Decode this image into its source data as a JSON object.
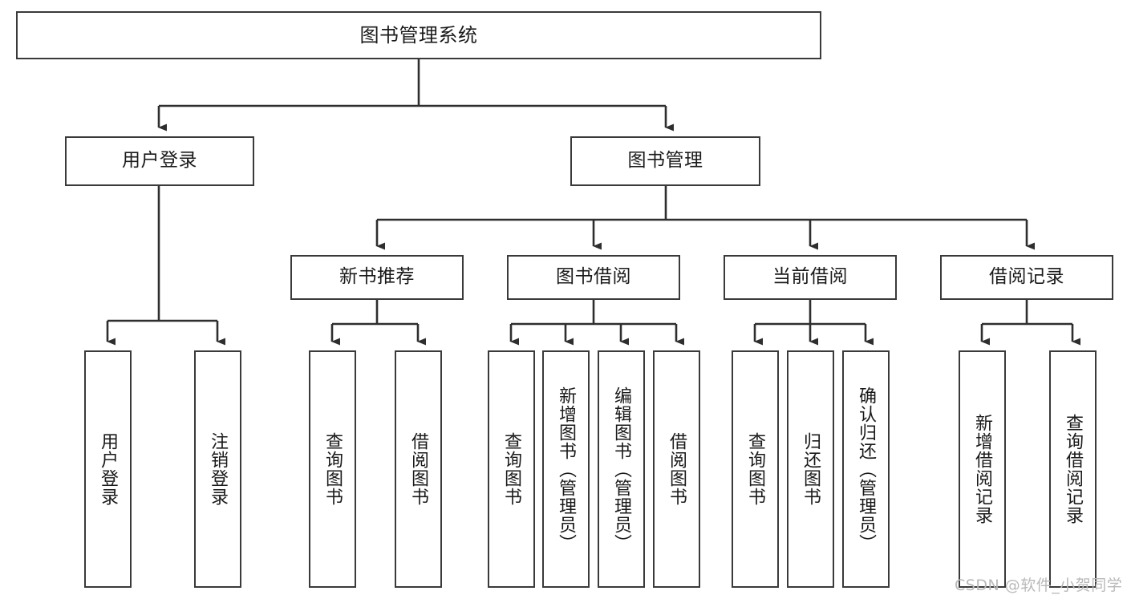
{
  "diagram": {
    "type": "tree",
    "title": "图书管理系统",
    "colors": {
      "node_border": "#3a3a3a",
      "node_fill": "#ffffff",
      "edge": "#2e2e2e",
      "text": "#1a1a1a",
      "watermark": "#b9b9b9",
      "background": "#ffffff"
    },
    "nodes": {
      "root": {
        "label": "图书管理系统"
      },
      "level2": [
        {
          "id": "user-login",
          "label": "用户登录"
        },
        {
          "id": "book-manage",
          "label": "图书管理"
        }
      ],
      "level3": [
        {
          "id": "new-book-rec",
          "label": "新书推荐"
        },
        {
          "id": "book-borrow",
          "label": "图书借阅"
        },
        {
          "id": "current-borrow",
          "label": "当前借阅"
        },
        {
          "id": "borrow-record",
          "label": "借阅记录"
        }
      ],
      "leaves": [
        {
          "id": "leaf-user-login",
          "label": "用户登录",
          "parent": "user-login"
        },
        {
          "id": "leaf-user-logout",
          "label": "注销登录",
          "parent": "user-login"
        },
        {
          "id": "leaf-query-book-1",
          "label": "查询图书",
          "parent": "new-book-rec"
        },
        {
          "id": "leaf-borrow-book-1",
          "label": "借阅图书",
          "parent": "new-book-rec"
        },
        {
          "id": "leaf-query-book-2",
          "label": "查询图书",
          "parent": "book-borrow"
        },
        {
          "id": "leaf-add-book",
          "label": "新增图书（管理员）",
          "parent": "book-borrow"
        },
        {
          "id": "leaf-edit-book",
          "label": "编辑图书（管理员）",
          "parent": "book-borrow"
        },
        {
          "id": "leaf-borrow-book-2",
          "label": "借阅图书",
          "parent": "book-borrow"
        },
        {
          "id": "leaf-query-book-3",
          "label": "查询图书",
          "parent": "current-borrow"
        },
        {
          "id": "leaf-return-book",
          "label": "归还图书",
          "parent": "current-borrow"
        },
        {
          "id": "leaf-confirm-return",
          "label": "确认归还（管理员）",
          "parent": "current-borrow"
        },
        {
          "id": "leaf-add-record",
          "label": "新增借阅记录",
          "parent": "borrow-record"
        },
        {
          "id": "leaf-query-record",
          "label": "查询借阅记录",
          "parent": "borrow-record"
        }
      ]
    },
    "watermark": "CSDN @软件_小贺同学"
  }
}
